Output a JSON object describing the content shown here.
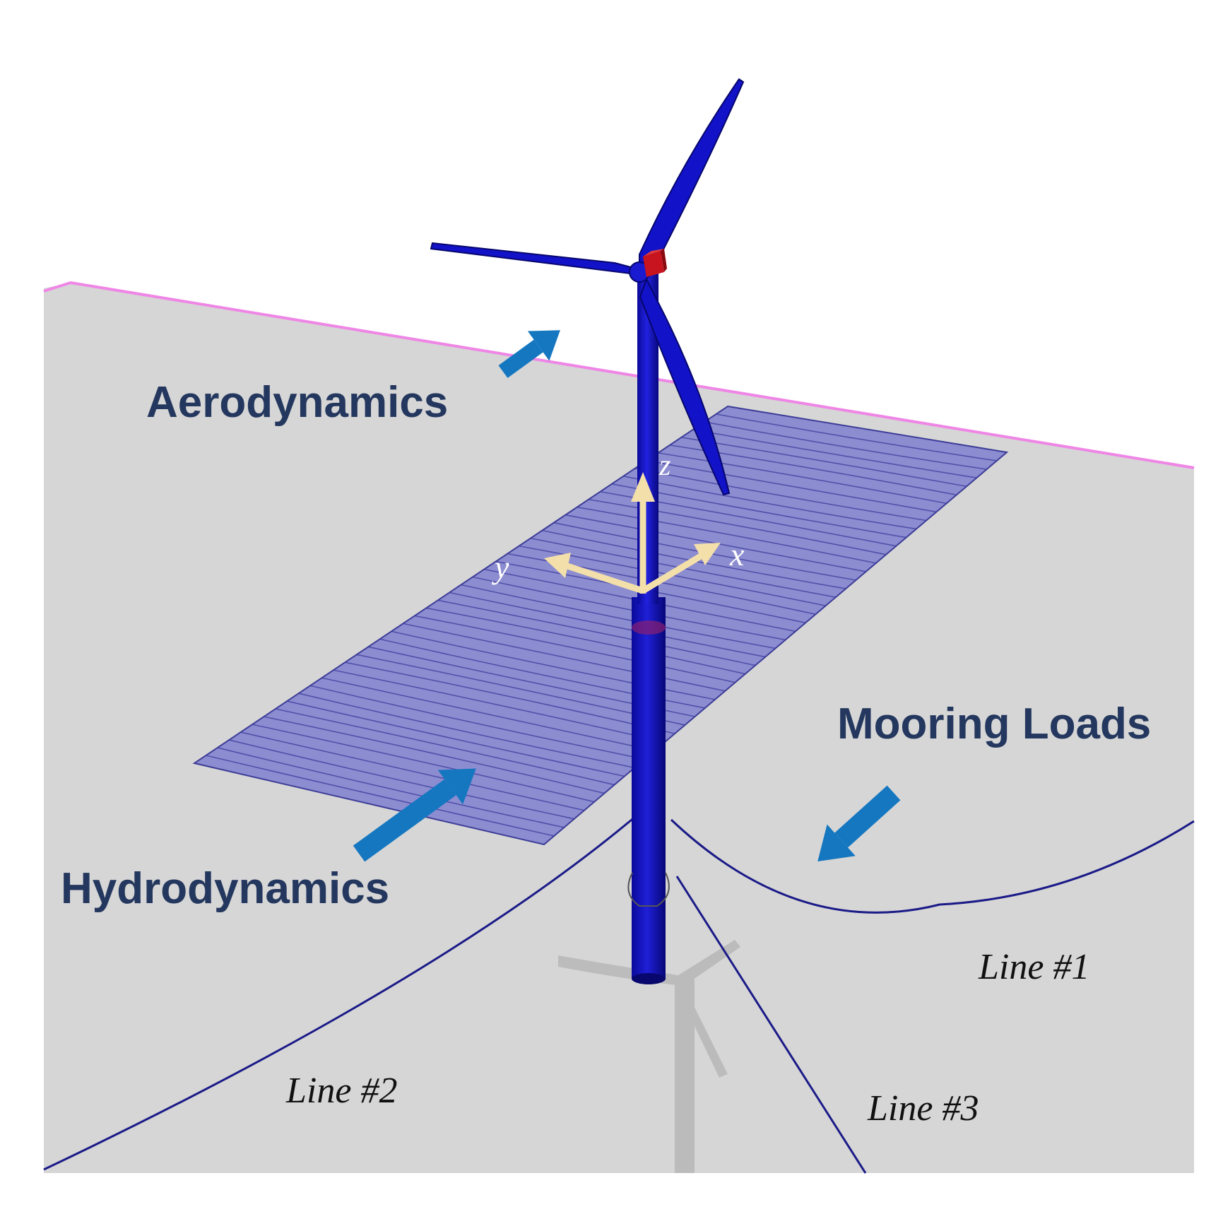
{
  "diagram": {
    "labels": {
      "aerodynamics": "Aerodynamics",
      "hydrodynamics": "Hydrodynamics",
      "mooring_loads": "Mooring Loads"
    },
    "axes": {
      "x": "x",
      "y": "y",
      "z": "z"
    },
    "mooring_lines": {
      "line1": "Line #1",
      "line2": "Line #2",
      "line3": "Line #3"
    },
    "colors": {
      "background": "#ffffff",
      "seabed": "#d6d6d6",
      "seabed_edge": "#ef86e6",
      "wave_surface": "#7f7fcf",
      "wave_stripe": "#4a4aa8",
      "turbine": "#1010cc",
      "nacelle": "#c8141e",
      "axis_arrows": "#f3dfaa",
      "callout_arrows": "#1577c0",
      "callout_text": "#24375e",
      "mooring_line": "#1a1a88"
    }
  }
}
